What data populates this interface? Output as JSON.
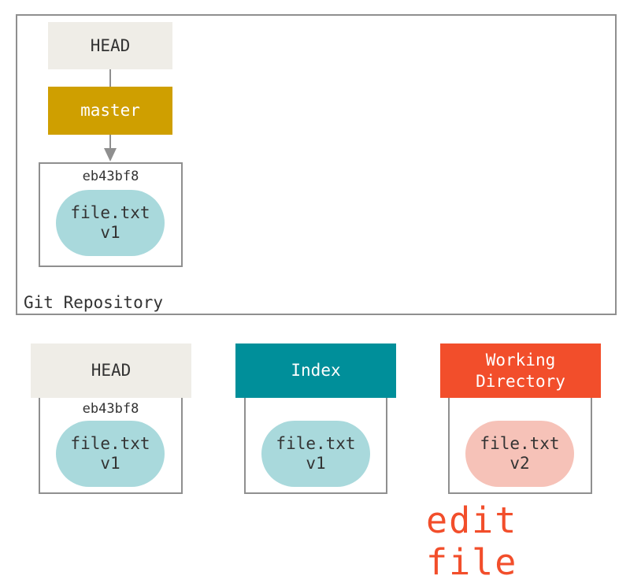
{
  "repository": {
    "label": "Git Repository",
    "head_label": "HEAD",
    "branch_label": "master",
    "commit": {
      "sha": "eb43bf8",
      "file": "file.txt\nv1"
    }
  },
  "trees": {
    "head": {
      "label": "HEAD",
      "sha": "eb43bf8",
      "file": "file.txt\nv1"
    },
    "index": {
      "label": "Index",
      "file": "file.txt\nv1"
    },
    "working_directory": {
      "label": "Working\nDirectory",
      "file": "file.txt\nv2"
    }
  },
  "caption": "edit file",
  "colors": {
    "head": "#efede7",
    "branch": "#cf9f00",
    "index": "#008f9a",
    "working_directory": "#f24e2b",
    "blob_committed": "#a9d9dc",
    "blob_modified": "#f6c2b8",
    "border": "#8f8f8f"
  }
}
